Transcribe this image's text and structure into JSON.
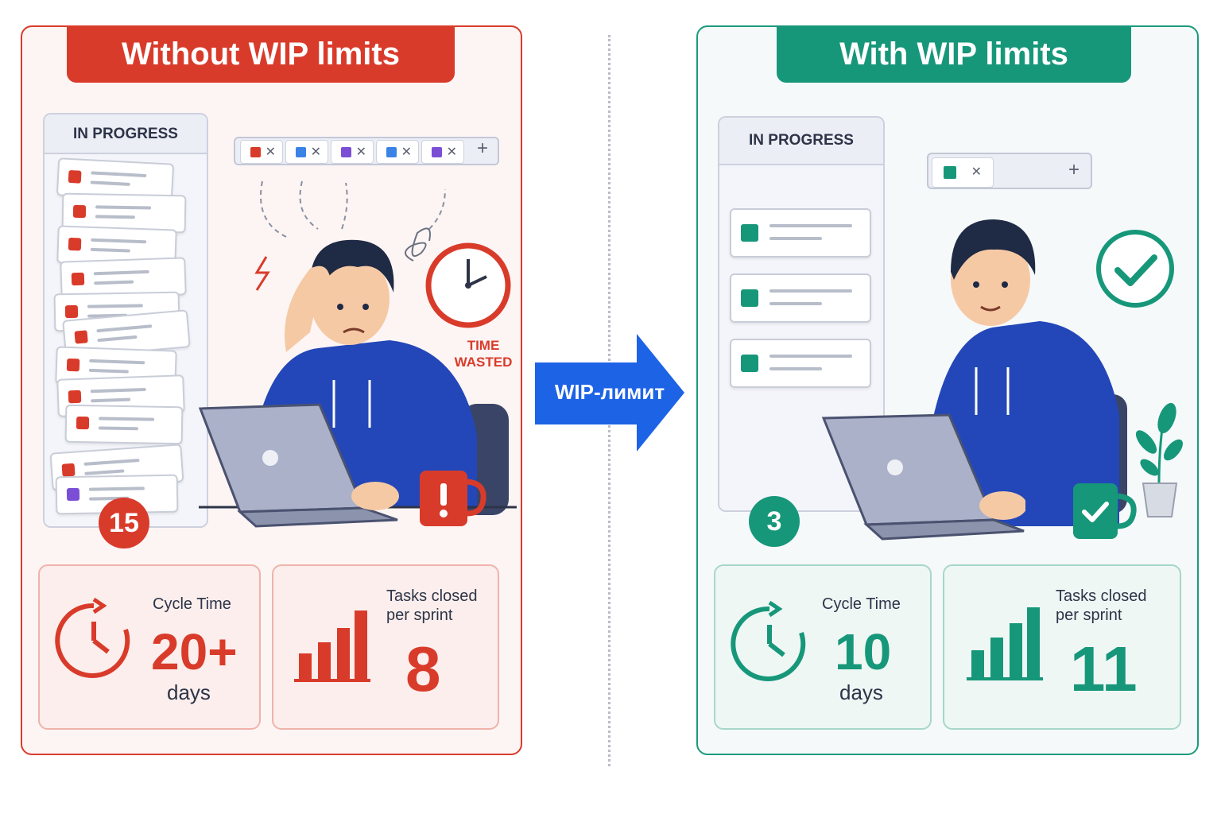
{
  "left": {
    "title": "Without WIP limits",
    "column_title": "IN PROGRESS",
    "wip_count": "15",
    "time_wasted": [
      "TIME",
      "WASTED"
    ],
    "cycle_time": {
      "label": "Cycle Time",
      "value": "20+",
      "unit": "days"
    },
    "throughput": {
      "label_line1": "Tasks closed",
      "label_line2": "per sprint",
      "value": "8"
    },
    "tab_count": 5,
    "accent": "#d93b2b"
  },
  "right": {
    "title": "With WIP limits",
    "column_title": "IN PROGRESS",
    "wip_count": "3",
    "cycle_time": {
      "label": "Cycle Time",
      "value": "10",
      "unit": "days"
    },
    "throughput": {
      "label_line1": "Tasks closed",
      "label_line2": "per sprint",
      "value": "11"
    },
    "tab_count": 1,
    "accent": "#17977a"
  },
  "arrow_label": "WIP-лимит",
  "colors": {
    "arrow": "#1d63e6",
    "hoodie": "#2347b8",
    "red": "#d93b2b",
    "green": "#17977a"
  },
  "icons": [
    "stopwatch-icon",
    "bar-chart-icon",
    "clock-icon",
    "check-circle-icon",
    "mug-icon",
    "plant-icon",
    "laptop-icon"
  ]
}
